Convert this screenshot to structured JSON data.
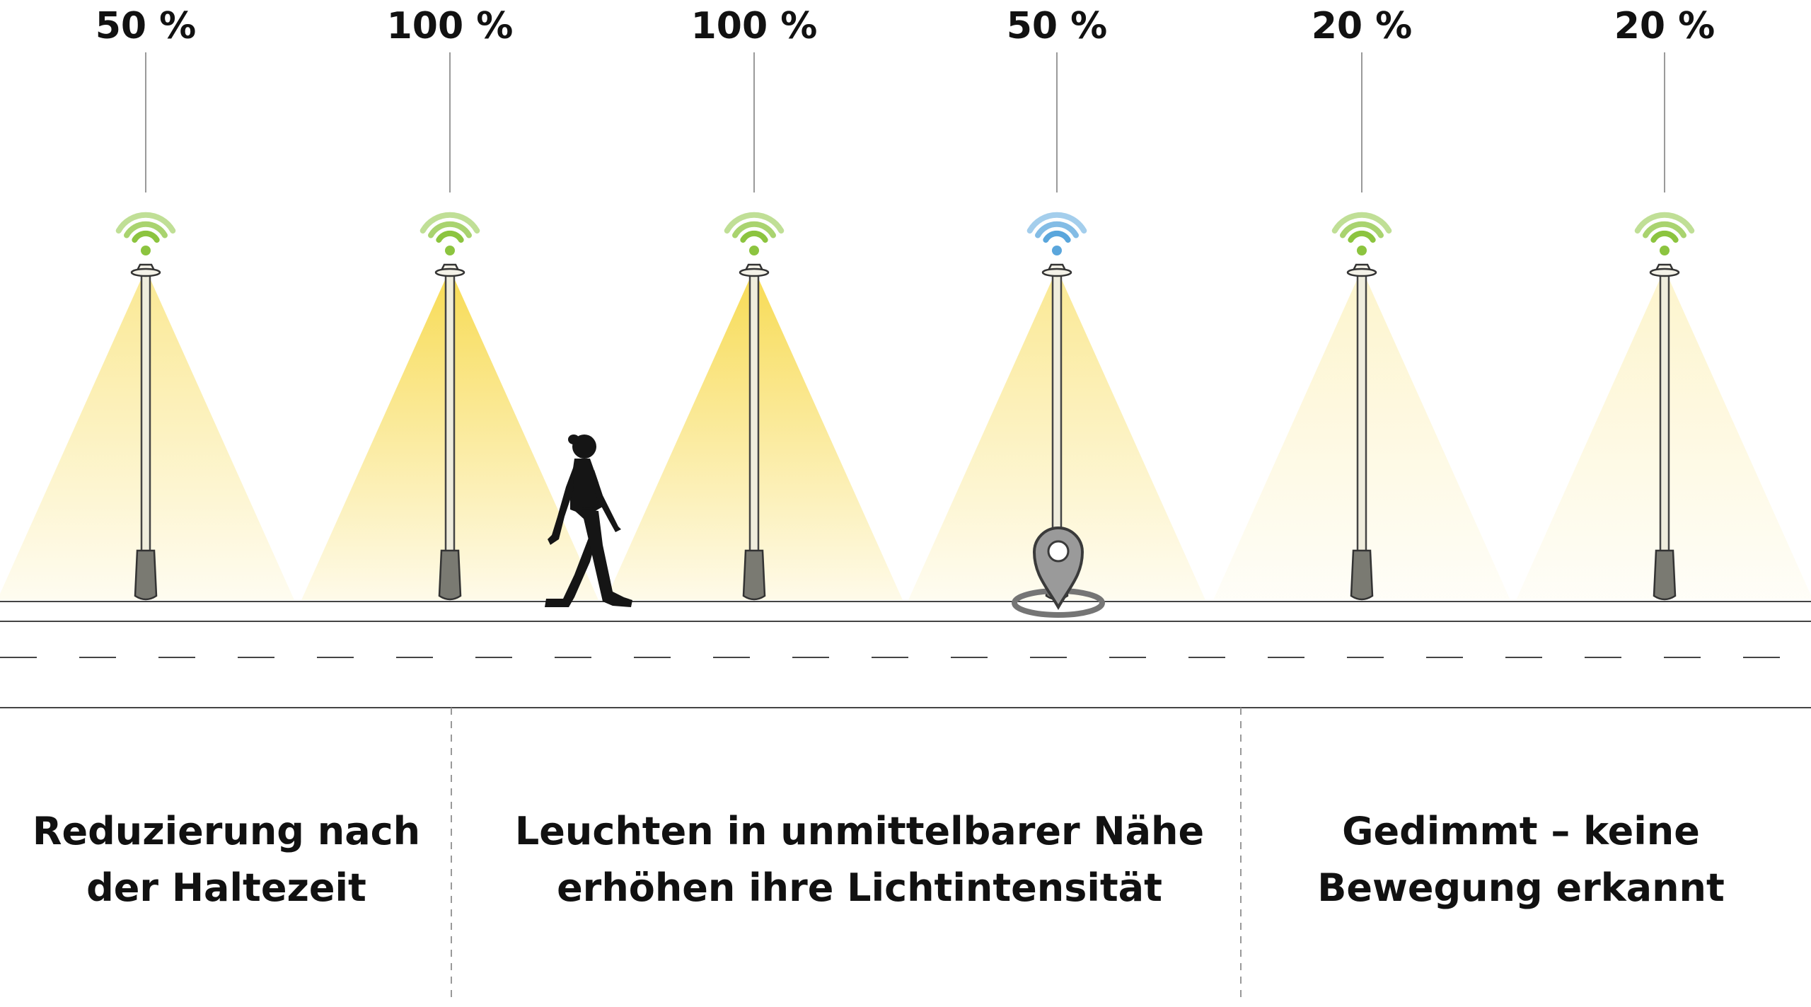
{
  "lamps": [
    {
      "label": "50 %",
      "intensity": 50,
      "sensor": "green"
    },
    {
      "label": "100 %",
      "intensity": 100,
      "sensor": "green"
    },
    {
      "label": "100 %",
      "intensity": 100,
      "sensor": "green"
    },
    {
      "label": "50 %",
      "intensity": 50,
      "sensor": "blue"
    },
    {
      "label": "20 %",
      "intensity": 20,
      "sensor": "green"
    },
    {
      "label": "20 %",
      "intensity": 20,
      "sensor": "green"
    }
  ],
  "captions": [
    {
      "line1": "Reduzierung nach",
      "line2": "der Haltezeit"
    },
    {
      "line1": "Leuchten in unmittelbarer Nähe",
      "line2": "erhöhen ihre Lichtintensität"
    },
    {
      "line1": "Gedimmt – keine",
      "line2": "Bewegung erkannt"
    }
  ],
  "icons": {
    "sensor": "wifi-signal-icon",
    "pedestrian": "walking-woman-icon",
    "location": "location-pin-icon"
  },
  "colors": {
    "light": "#f7d94a",
    "sensor_green": "#8cc43f",
    "sensor_blue": "#5aa6dc",
    "pole": "#efeddd",
    "base": "#7a7a72",
    "text": "#111111"
  }
}
